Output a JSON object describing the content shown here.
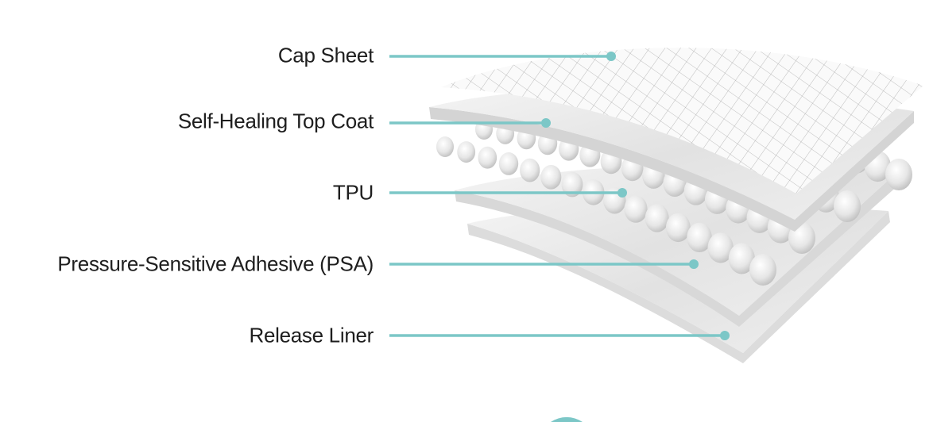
{
  "title": "Layer structure",
  "accent_color": "#7cc7c7",
  "layers": [
    {
      "label": "Cap Sheet"
    },
    {
      "label": "Self-Healing Top Coat"
    },
    {
      "label": "TPU"
    },
    {
      "label": "Pressure-Sensitive Adhesive (PSA)"
    },
    {
      "label": "Release Liner"
    }
  ]
}
